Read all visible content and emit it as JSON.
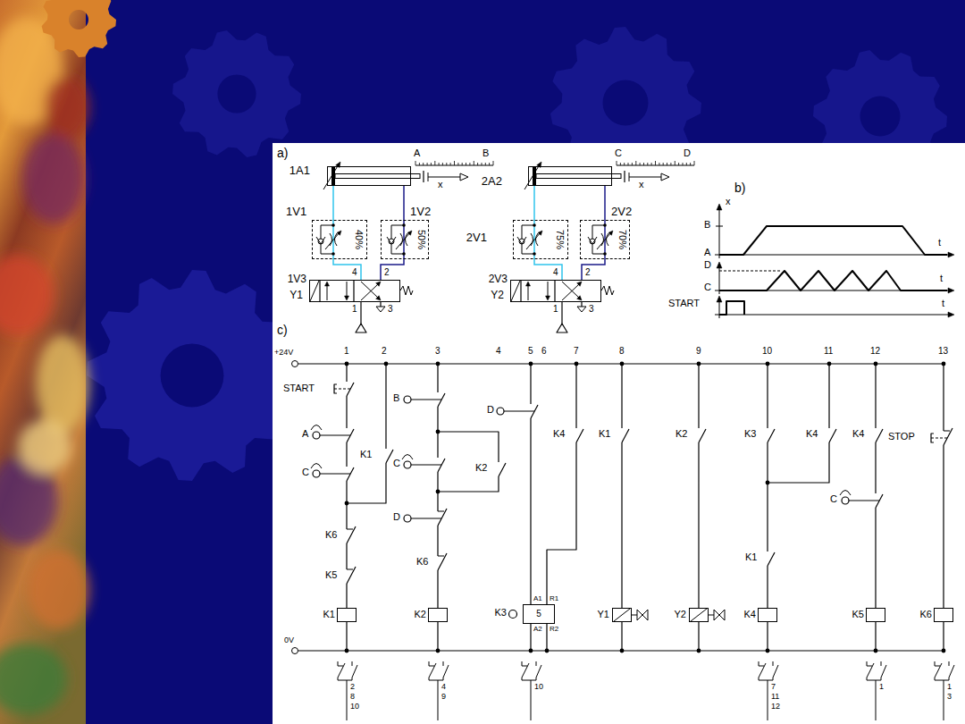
{
  "diagram": {
    "nodes": [
      {
        "text": [
          "1A1"
        ]
      },
      {
        "text": [
          "1V1",
          "40%"
        ]
      },
      {
        "text": [
          "1V2",
          "50%"
        ]
      },
      {
        "text": [
          "1V3",
          "Y1"
        ]
      },
      {
        "text": [
          "2A2"
        ]
      },
      {
        "text": [
          "2V1",
          "75%"
        ]
      },
      {
        "text": [
          "2V2",
          "70%"
        ]
      },
      {
        "text": [
          "2V3",
          "Y2"
        ]
      },
      {
        "text": [
          "K1"
        ]
      },
      {
        "text": [
          "K2"
        ]
      },
      {
        "text": [
          "K3",
          "5"
        ]
      },
      {
        "text": [
          "Y1"
        ]
      },
      {
        "text": [
          "Y2"
        ]
      },
      {
        "text": [
          "K4"
        ]
      },
      {
        "text": [
          "K5"
        ]
      },
      {
        "text": [
          "K6"
        ]
      }
    ],
    "edges": [
      {
        "from": 3,
        "to": 1,
        "arrow": "none"
      },
      {
        "from": 1,
        "to": 0,
        "arrow": "none"
      },
      {
        "from": 3,
        "to": 2,
        "arrow": "none"
      },
      {
        "from": 2,
        "to": 0,
        "arrow": "none"
      },
      {
        "from": 7,
        "to": 5,
        "arrow": "none"
      },
      {
        "from": 5,
        "to": 4,
        "arrow": "none"
      },
      {
        "from": 7,
        "to": 6,
        "arrow": "none"
      },
      {
        "from": 6,
        "to": 4,
        "arrow": "none"
      }
    ],
    "labels": [
      "a)",
      "A",
      "B",
      "x",
      "C",
      "D",
      "x",
      "4",
      "2",
      "1",
      "3",
      "4",
      "2",
      "1",
      "3",
      "b)",
      "x",
      "B",
      "A",
      "t",
      "D",
      "C",
      "t",
      "START",
      "t",
      "c)",
      "+24V",
      "1",
      "2",
      "3",
      "4",
      "5",
      "6",
      "7",
      "8",
      "9",
      "10",
      "11",
      "12",
      "13",
      "START",
      "A",
      "C",
      "K1",
      "K6",
      "K5",
      "B",
      "C",
      "K2",
      "D",
      "K6",
      "D",
      "K4",
      "K1",
      "K2",
      "K3",
      "K4",
      "K4",
      "STOP",
      "C",
      "K1",
      "0V",
      "A1",
      "R1",
      "A2",
      "R2",
      "2",
      "8",
      "10",
      "4",
      "9",
      "10",
      "7",
      "11",
      "12",
      "1",
      "1",
      "3"
    ]
  }
}
